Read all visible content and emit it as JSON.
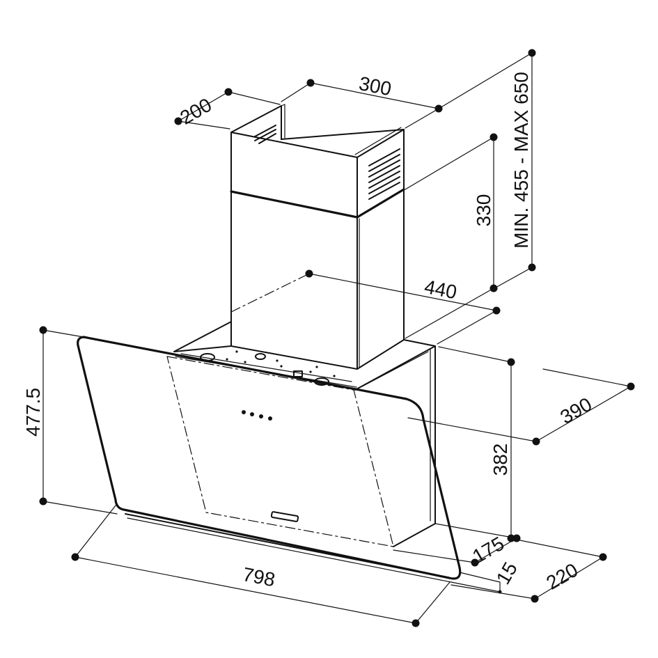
{
  "drawing": {
    "line_color": "#111111",
    "background": "#ffffff"
  },
  "dimensions": {
    "chimney_depth": "200",
    "chimney_width": "300",
    "chimney_upper_height": "MIN. 455 - MAX 650",
    "chimney_lower_height": "330",
    "body_width": "440",
    "body_depth": "390",
    "body_height": "382",
    "glass_height": "477.5",
    "glass_width": "798",
    "glass_offset": "175",
    "glass_thickness": "15",
    "total_depth": "220"
  }
}
